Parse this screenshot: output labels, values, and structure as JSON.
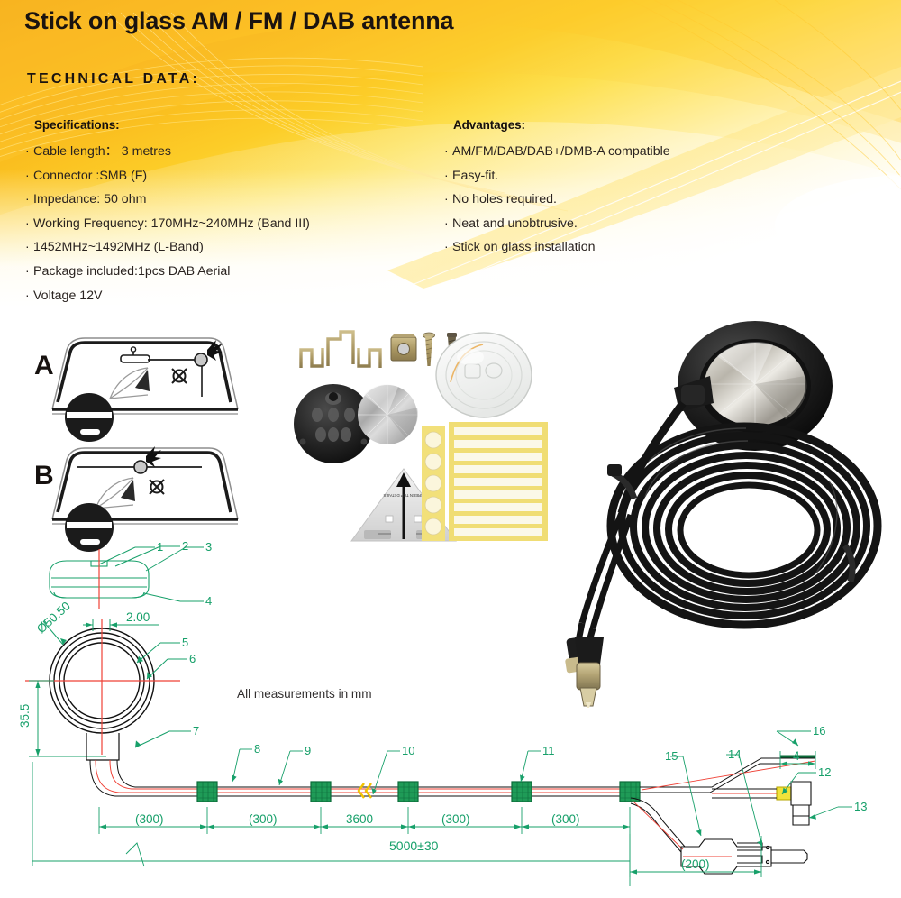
{
  "header": {
    "title": "Stick on glass AM / FM / DAB antenna",
    "section_label": "TECHNICAL DATA:",
    "accent_orange": "#f3a014",
    "accent_yellow": "#fde04f"
  },
  "specifications": {
    "heading": "Specifications:",
    "items": [
      "Cable length：  3 metres",
      "Connector :SMB (F)",
      "Impedance: 50 ohm",
      "Working Frequency: 170MHz~240MHz (Band III)",
      "1452MHz~1492MHz (L-Band)",
      "Package included:1pcs DAB Aerial",
      "Voltage 12V"
    ]
  },
  "advantages": {
    "heading": "Advantages:",
    "items": [
      "AM/FM/DAB/DAB+/DMB-A compatible",
      "Easy-fit.",
      "No holes required.",
      "Neat and unobtrusive.",
      "Stick on glass installation"
    ]
  },
  "install_diagrams": [
    {
      "letter": "A",
      "name": "windscreen-top-right-mount"
    },
    {
      "letter": "B",
      "name": "windscreen-top-centre-mount"
    }
  ],
  "drawing": {
    "note": "All measurements in mm",
    "line_color": "#17a06a",
    "centre_line_color": "#ef4136",
    "dimensions": {
      "diameter": "Ø50.50",
      "thickness": "2.00",
      "height": "35.5",
      "total_length": "5000±30",
      "segments": [
        "(300)",
        "(300)",
        "3600",
        "(300)",
        "(300)"
      ],
      "tail": "(200)",
      "stub": "4"
    },
    "callouts": [
      "1",
      "2",
      "3",
      "4",
      "5",
      "6",
      "7",
      "8",
      "9",
      "10",
      "11",
      "12",
      "13",
      "14",
      "15",
      "16"
    ]
  }
}
